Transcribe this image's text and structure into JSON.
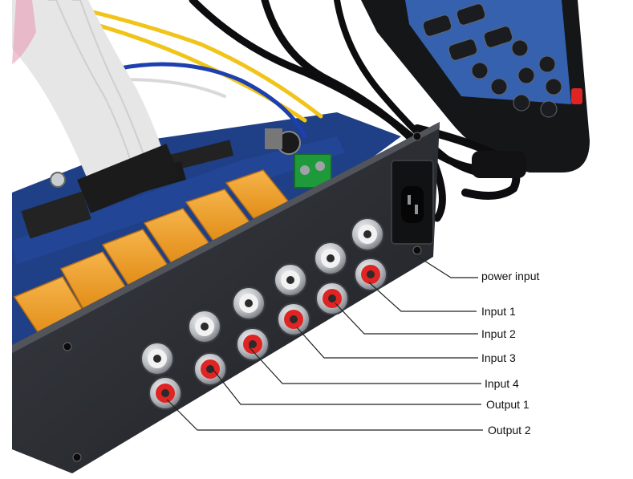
{
  "image": {
    "subject": "audio input selector board",
    "background_color": "#ffffff"
  },
  "callouts": [
    {
      "label": "power input"
    },
    {
      "label": "Input 1"
    },
    {
      "label": "Input 2"
    },
    {
      "label": "Input 3"
    },
    {
      "label": "Input 4"
    },
    {
      "label": "Output 1"
    },
    {
      "label": "Output 2"
    }
  ],
  "colors": {
    "panel": "#2a2c31",
    "relay": "#f3a22d",
    "pcb": "#1f3f86",
    "rca_red": "#e02424",
    "rca_white": "#f2f2f2",
    "cable_yellow": "#f0c419",
    "ribbon": "#e6e6e6",
    "remote": "#151618",
    "remote_blue": "#3b6fc9"
  }
}
